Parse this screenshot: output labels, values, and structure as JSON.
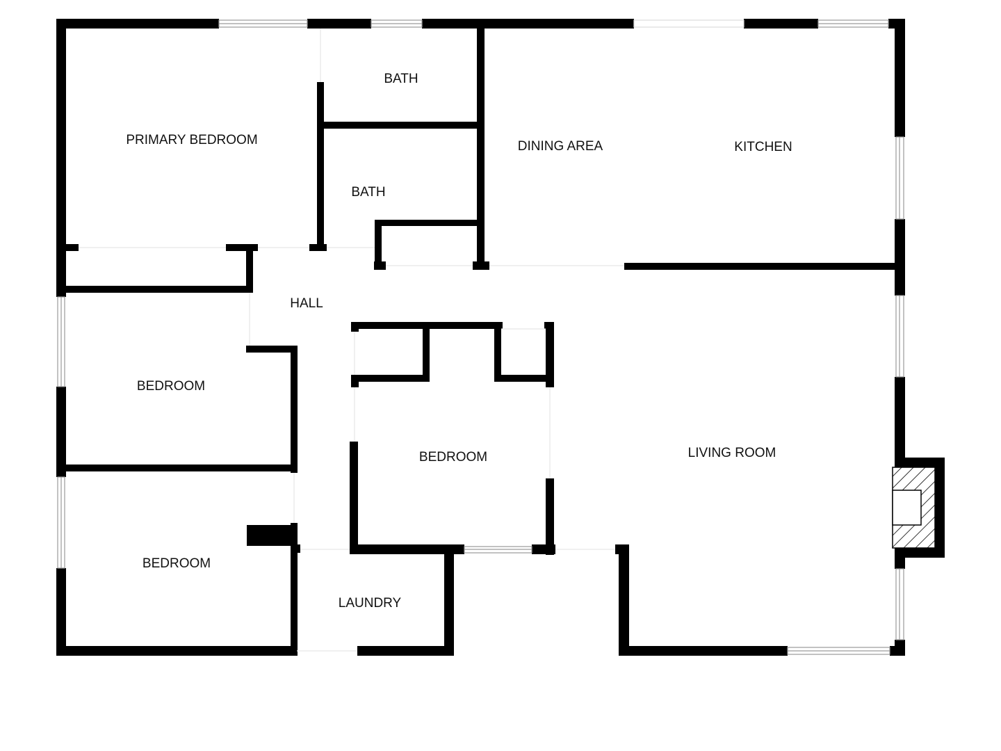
{
  "floorplan": {
    "colors": {
      "wall": "#000000",
      "window_frame": "#9a9a9a",
      "background": "#ffffff",
      "label": "#111111"
    },
    "rooms": {
      "primary_bedroom": "PRIMARY BEDROOM",
      "bath_top": "BATH",
      "bath_middle": "BATH",
      "dining_area": "DINING AREA",
      "kitchen": "KITCHEN",
      "hall": "HALL",
      "bedroom_west": "BEDROOM",
      "bedroom_center": "BEDROOM",
      "living_room": "LIVING ROOM",
      "bedroom_southwest": "BEDROOM",
      "laundry": "LAUNDRY"
    },
    "fixtures": [
      "fireplace-icon"
    ]
  }
}
